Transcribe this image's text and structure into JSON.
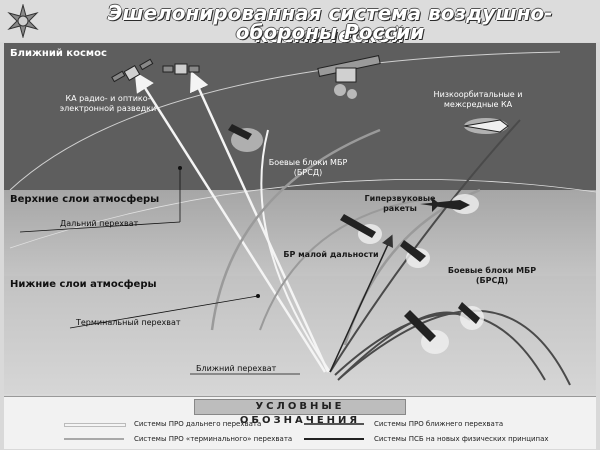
{
  "header": {
    "title_line1": "Эшелонированная система воздушно-космической",
    "title_line2": "обороны России",
    "emblem_icon": "star-emblem-icon"
  },
  "zones": {
    "near_space": "Ближний космос",
    "upper_atmosphere": "Верхние слои атмосферы",
    "lower_atmosphere": "Нижние слои атмосферы"
  },
  "objects": {
    "recon_satellites": "КА радио- и оптико- электронной разведки",
    "low_orbit_sc": "Низкоорбитальные и межсредные КА",
    "icbm_warheads_space": "Боевые блоки МБР (БРСД)",
    "hypersonic_missiles": "Гиперзвуковые ракеты",
    "short_range_bm": "БР малой дальности",
    "icbm_warheads_atm": "Боевые блоки МБР (БРСД)"
  },
  "intercepts": {
    "long_range": "Дальний перехват",
    "terminal": "Терминальный перехват",
    "near": "Ближний перехват"
  },
  "legend": {
    "title": "УСЛОВНЫЕ ОБОЗНАЧЕНИЯ",
    "items": [
      {
        "label": "Системы ПРО дальнего перехвата",
        "color": "#f4f4f4"
      },
      {
        "label": "Системы ПРО ближнего перехвата",
        "color": "#555555"
      },
      {
        "label": "Системы ПРО «терминального» перехвата",
        "color": "#a8a8a8"
      },
      {
        "label": "Системы ПСБ на новых физических принципах",
        "color": "#222222"
      }
    ]
  },
  "colors": {
    "near_space_bg": "#5e5e5e",
    "upper_bg": "#b3b3b3",
    "lower_bg": "#c8c8c8"
  }
}
